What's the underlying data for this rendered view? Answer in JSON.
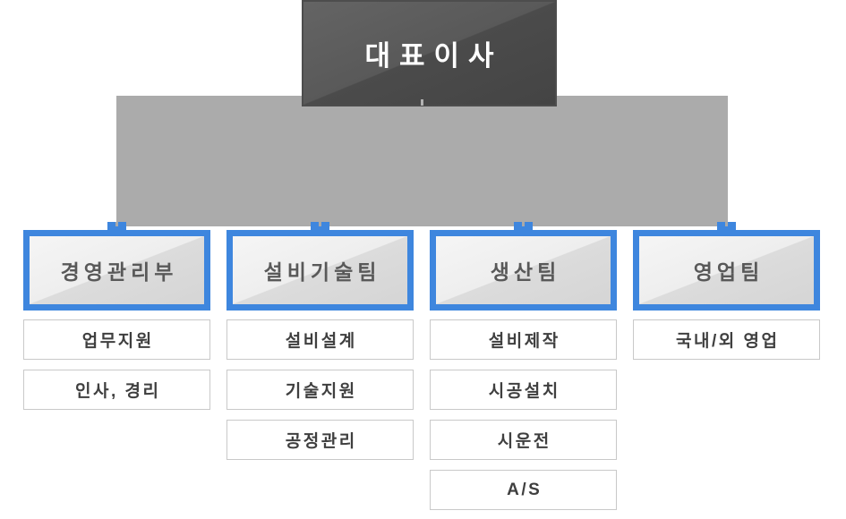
{
  "page": {
    "type": "organization-chart"
  },
  "chart": {
    "root": {
      "label": "대표이사"
    },
    "departments": [
      {
        "label": "경영관리부",
        "items": [
          "업무지원",
          "인사, 경리"
        ]
      },
      {
        "label": "설비기술팀",
        "items": [
          "설비설계",
          "기술지원",
          "공정관리"
        ]
      },
      {
        "label": "생산팀",
        "items": [
          "설비제작",
          "시공설치",
          "시운전",
          "A/S"
        ]
      },
      {
        "label": "영업팀",
        "items": [
          "국내/외 영업"
        ]
      }
    ]
  },
  "colors": {
    "background": "#ffffff",
    "connector_gray": "#ababab",
    "root_box_dark": "#4a4a4a",
    "root_box_light": "#646464",
    "root_text": "#ffffff",
    "accent_blue": "#3e86de",
    "dept_fill_light": "#f2f2f2",
    "dept_fill_shade": "#d9d9d9",
    "dept_text": "#595959",
    "item_text": "#3f3f3f",
    "item_border": "#c9c9c9"
  }
}
